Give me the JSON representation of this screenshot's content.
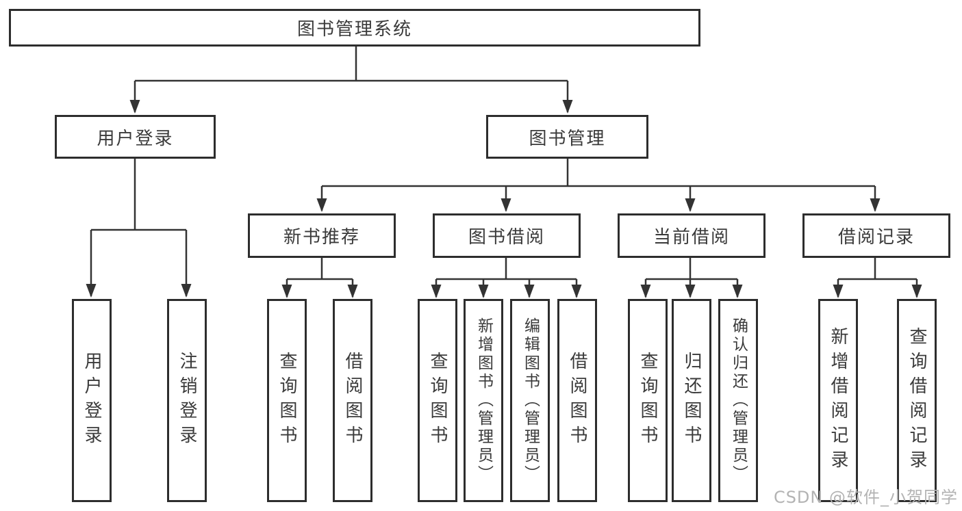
{
  "diagram": {
    "tree": {
      "root": {
        "label": "图书管理系统",
        "children": [
          {
            "label": "用户登录",
            "children": [
              {
                "label": "用户登录"
              },
              {
                "label": "注销登录"
              }
            ]
          },
          {
            "label": "图书管理",
            "children": [
              {
                "label": "新书推荐",
                "children": [
                  {
                    "label": "查询图书"
                  },
                  {
                    "label": "借阅图书"
                  }
                ]
              },
              {
                "label": "图书借阅",
                "children": [
                  {
                    "label": "查询图书"
                  },
                  {
                    "label": "新增图书（管理员）"
                  },
                  {
                    "label": "编辑图书（管理员）"
                  },
                  {
                    "label": "借阅图书"
                  }
                ]
              },
              {
                "label": "当前借阅",
                "children": [
                  {
                    "label": "查询图书"
                  },
                  {
                    "label": "归还图书"
                  },
                  {
                    "label": "确认归还（管理员）"
                  }
                ]
              },
              {
                "label": "借阅记录",
                "children": [
                  {
                    "label": "新增借阅记录"
                  },
                  {
                    "label": "查询借阅记录"
                  }
                ]
              }
            ]
          }
        ]
      }
    },
    "line_color": "#333333",
    "border_color": "#2d2d2d"
  },
  "watermark": {
    "text": "CSDN @软件_小贺同学"
  }
}
